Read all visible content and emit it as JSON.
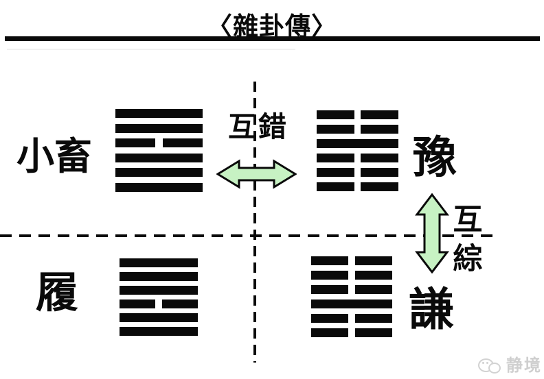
{
  "title": "〈雜卦傳〉",
  "hexagrams": [
    {
      "name": "xiao-xu",
      "label": "小畜",
      "lines": [
        "solid",
        "solid",
        "broken",
        "solid",
        "solid",
        "solid"
      ]
    },
    {
      "name": "yu",
      "label": "豫",
      "lines": [
        "broken",
        "broken",
        "solid",
        "broken",
        "broken",
        "broken"
      ]
    },
    {
      "name": "lu",
      "label": "履",
      "lines": [
        "solid",
        "solid",
        "solid",
        "broken",
        "solid",
        "solid"
      ]
    },
    {
      "name": "qian",
      "label": "謙",
      "lines": [
        "broken",
        "broken",
        "broken",
        "solid",
        "broken",
        "broken"
      ]
    }
  ],
  "relations": {
    "horizontal": "互錯",
    "vertical_chars": [
      "互",
      "綜"
    ]
  },
  "watermark": {
    "text": "静境"
  },
  "colors": {
    "arrow_fill": "#c7f2c3",
    "arrow_stroke": "#0a0a0a",
    "ink": "#0a0a0a"
  }
}
